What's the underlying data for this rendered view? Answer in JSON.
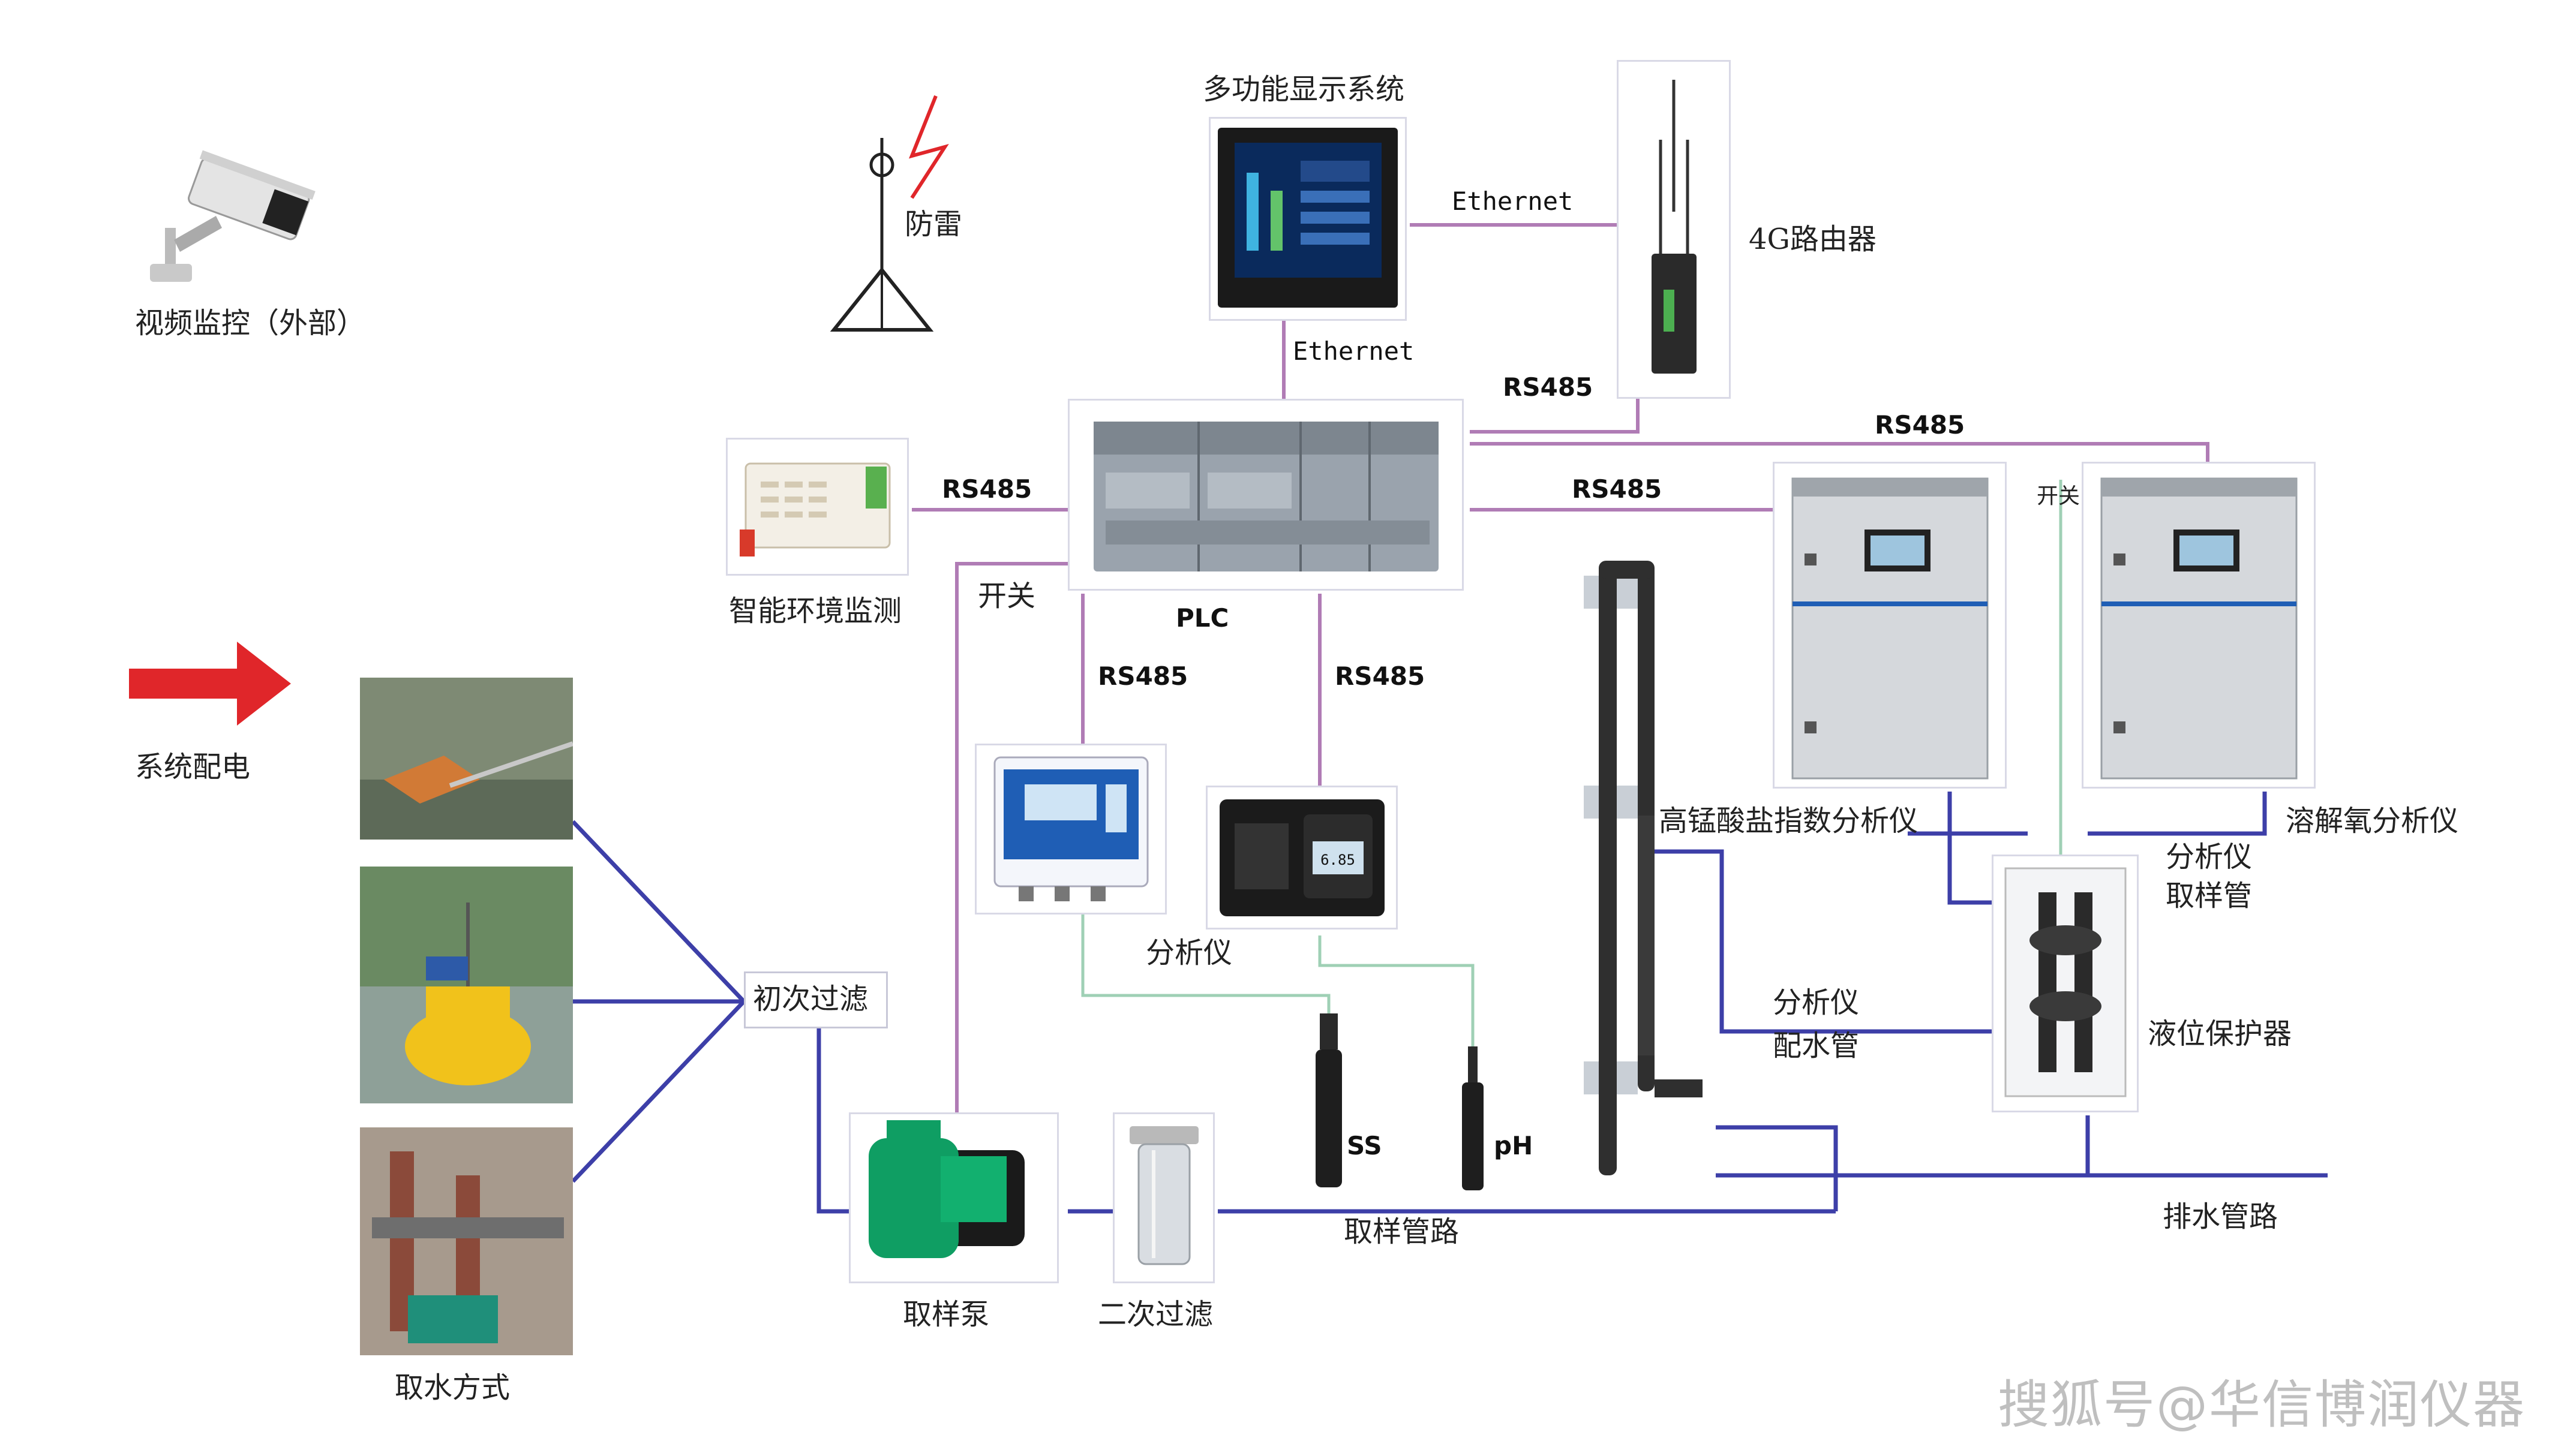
{
  "labels": {
    "camera": "视频监控（外部）",
    "lightning": "防雷",
    "display": "多功能显示系统",
    "router": "4G路由器",
    "env_monitor": "智能环境监测",
    "plc": "PLC",
    "power": "系统配电",
    "water_intake": "取水方式",
    "primary_filter": "初次过滤",
    "pump": "取样泵",
    "secondary_filter": "二次过滤",
    "sample_pipe": "取样管路",
    "analyzer_small": "分析仪",
    "ss": "SS",
    "ph": "pH",
    "permanganate": "高锰酸盐指数分析仪",
    "do_analyzer": "溶解氧分析仪",
    "analyzer_sampling_tube": [
      "分析仪",
      "取样管"
    ],
    "analyzer_water_tube": [
      "分析仪",
      "配水管"
    ],
    "level_protector": "液位保护器",
    "drain_pipe": "排水管路",
    "switch_left": "开关",
    "switch_right": "开关"
  },
  "wires": {
    "eth_display_router": "Ethernet",
    "eth_display_plc": "Ethernet",
    "rs485_router": "RS485",
    "rs485_top_analyzers": "RS485",
    "rs485_env": "RS485",
    "rs485_permanganate": "RS485",
    "rs485_analyzer1": "RS485",
    "rs485_analyzer2": "RS485"
  },
  "devices": {
    "analyzer2_reading": "6.85"
  },
  "colors": {
    "signal_line": "#b07cb5",
    "water_line": "#3d3fa8",
    "sensor_line": "#9fd0b5",
    "arrow": "#e0262a"
  },
  "watermark": "搜狐号@华信博润仪器"
}
